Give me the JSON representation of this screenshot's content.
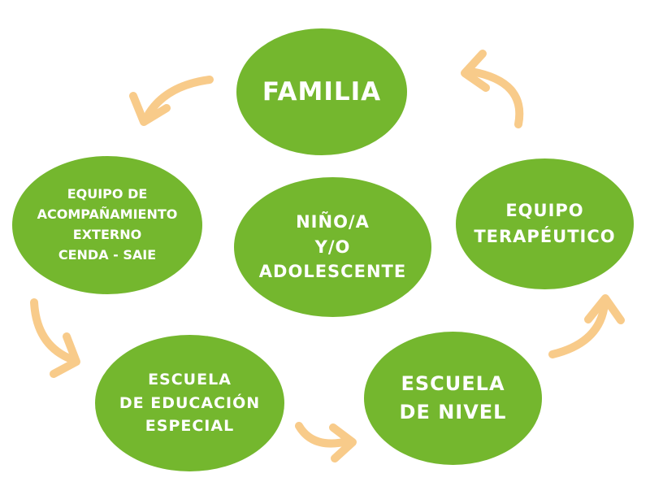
{
  "colors": {
    "node_fill": "#74b72e",
    "node_text": "#ffffff",
    "arrow": "#f8cb8a"
  },
  "nodes": {
    "familia": "FAMILIA",
    "center": "NIÑO/A\nY/O\nADOLESCENTE",
    "equipo_acompanamiento": "EQUIPO DE\nACOMPAÑAMIENTO\nEXTERNO\nCENDA - SAIE",
    "equipo_terapeutico": "EQUIPO\nTERAPÉUTICO",
    "escuela_especial": "ESCUELA\nDE EDUCACIÓN\nESPECIAL",
    "escuela_nivel": "ESCUELA\nDE NIVEL"
  }
}
